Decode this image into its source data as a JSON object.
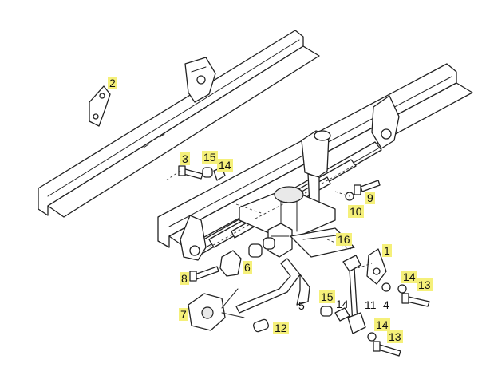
{
  "diagram": {
    "highlight_color": "#f5f07a",
    "line_color": "#222222",
    "callouts": [
      {
        "id": "c2",
        "label": "2"
      },
      {
        "id": "c3",
        "label": "3"
      },
      {
        "id": "c15a",
        "label": "15"
      },
      {
        "id": "c14a",
        "label": "14"
      },
      {
        "id": "c9",
        "label": "9"
      },
      {
        "id": "c10",
        "label": "10"
      },
      {
        "id": "c16",
        "label": "16"
      },
      {
        "id": "c1",
        "label": "1"
      },
      {
        "id": "c6",
        "label": "6"
      },
      {
        "id": "c8",
        "label": "8"
      },
      {
        "id": "c14b",
        "label": "14"
      },
      {
        "id": "c13a",
        "label": "13"
      },
      {
        "id": "c5",
        "label": "5"
      },
      {
        "id": "c15b",
        "label": "15"
      },
      {
        "id": "c14c",
        "label": "14"
      },
      {
        "id": "c11",
        "label": "11"
      },
      {
        "id": "c4",
        "label": "4"
      },
      {
        "id": "c7",
        "label": "7"
      },
      {
        "id": "c12",
        "label": "12"
      },
      {
        "id": "c14d",
        "label": "14"
      },
      {
        "id": "c13b",
        "label": "13"
      }
    ]
  }
}
